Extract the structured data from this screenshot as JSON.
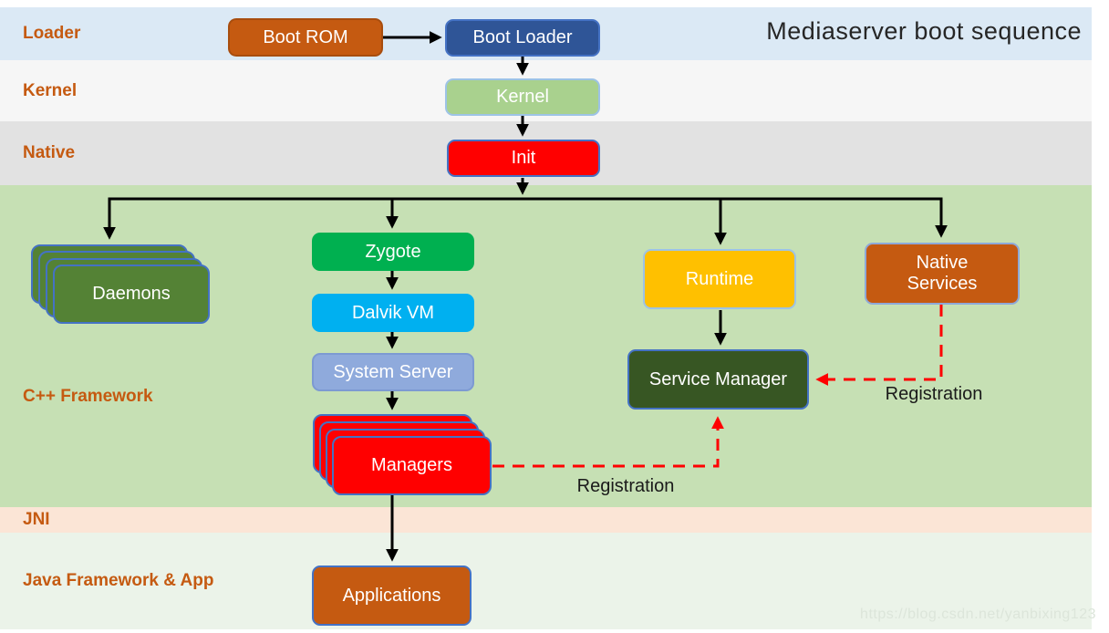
{
  "title": "Mediaserver boot sequence",
  "bands": [
    {
      "label": "Loader"
    },
    {
      "label": "Kernel"
    },
    {
      "label": "Native"
    },
    {
      "label": "C++ Framework"
    },
    {
      "label": "JNI"
    },
    {
      "label": "Java Framework & App"
    }
  ],
  "nodes": {
    "boot_rom": {
      "label": "Boot ROM",
      "color": "#c55a11"
    },
    "boot_loader": {
      "label": "Boot Loader",
      "color": "#2f5597"
    },
    "kernel": {
      "label": "Kernel",
      "color": "#a9d18e"
    },
    "init": {
      "label": "Init",
      "color": "#ff0000"
    },
    "daemons": {
      "label": "Daemons",
      "color": "#548235",
      "stacked": true
    },
    "zygote": {
      "label": "Zygote",
      "color": "#00b050"
    },
    "dalvik_vm": {
      "label": "Dalvik VM",
      "color": "#00b0f0"
    },
    "system_server": {
      "label": "System Server",
      "color": "#8faadc"
    },
    "managers": {
      "label": "Managers",
      "color": "#ff0000",
      "stacked": true
    },
    "runtime": {
      "label": "Runtime",
      "color": "#ffc000"
    },
    "native_services": {
      "label": "Native Services",
      "color": "#c55a11"
    },
    "service_manager": {
      "label": "Service Manager",
      "color": "#375623"
    },
    "applications": {
      "label": "Applications",
      "color": "#c55a11"
    }
  },
  "annotations": {
    "registration_native_services": "Registration",
    "registration_managers": "Registration"
  },
  "watermark": "https://blog.csdn.net/yanbixing123",
  "colors": {
    "band_loader": "#dbe9f5",
    "band_kernel": "#f6f6f6",
    "band_native": "#e2e2e2",
    "band_cpp_framework": "#c6e0b4",
    "band_jni": "#fbe5d6",
    "band_java": "#ebf3e9",
    "band_label_text": "#c55a11",
    "flow_arrow": "#000000",
    "registration_arrow": "#ff0000",
    "stack_border": "#4472c4"
  }
}
